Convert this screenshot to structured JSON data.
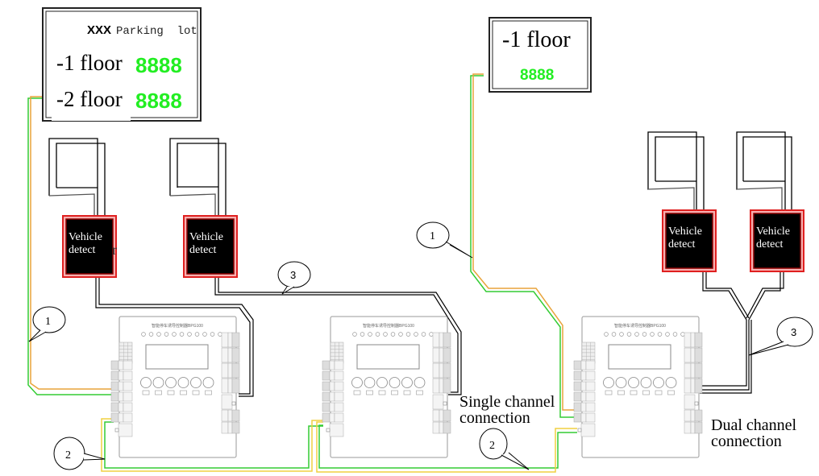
{
  "signs": {
    "multi": {
      "brand": "XXX",
      "title": "Parking  lot",
      "rows": [
        {
          "label": "-1 floor",
          "value": "8888"
        },
        {
          "label": "-2 floor",
          "value": "8888"
        }
      ]
    },
    "single": {
      "label": "-1 floor",
      "value": "8888"
    }
  },
  "detectors": [
    {
      "label_line1": "Vehicle",
      "label_line2": "detect"
    },
    {
      "label_line1": "Vehicle",
      "label_line2": "detect"
    },
    {
      "label_line1": "Vehicle",
      "label_line2": "detect"
    },
    {
      "label_line1": "Vehicle",
      "label_line2": "detect"
    }
  ],
  "stray_glyph": "r",
  "controllers": [
    {
      "title": "智能停车诱导控制器BPG100"
    },
    {
      "title": "智能停车诱导控制器BPG100"
    },
    {
      "title": "智能停车诱导控制器BPG100"
    }
  ],
  "callouts": [
    "1",
    "1",
    "2",
    "2",
    "3",
    "3"
  ],
  "labels": {
    "single_line1": "Single channel",
    "single_line2": "connection",
    "dual_line1": "Dual channel",
    "dual_line2": "connection"
  },
  "colors": {
    "digit_green": "#22ee22",
    "wire_green": "#33cc33",
    "wire_orange": "#e8a33a",
    "wire_yellow": "#f0d040",
    "detector_border": "#e02020",
    "controller_gray": "#9a9a9a"
  }
}
